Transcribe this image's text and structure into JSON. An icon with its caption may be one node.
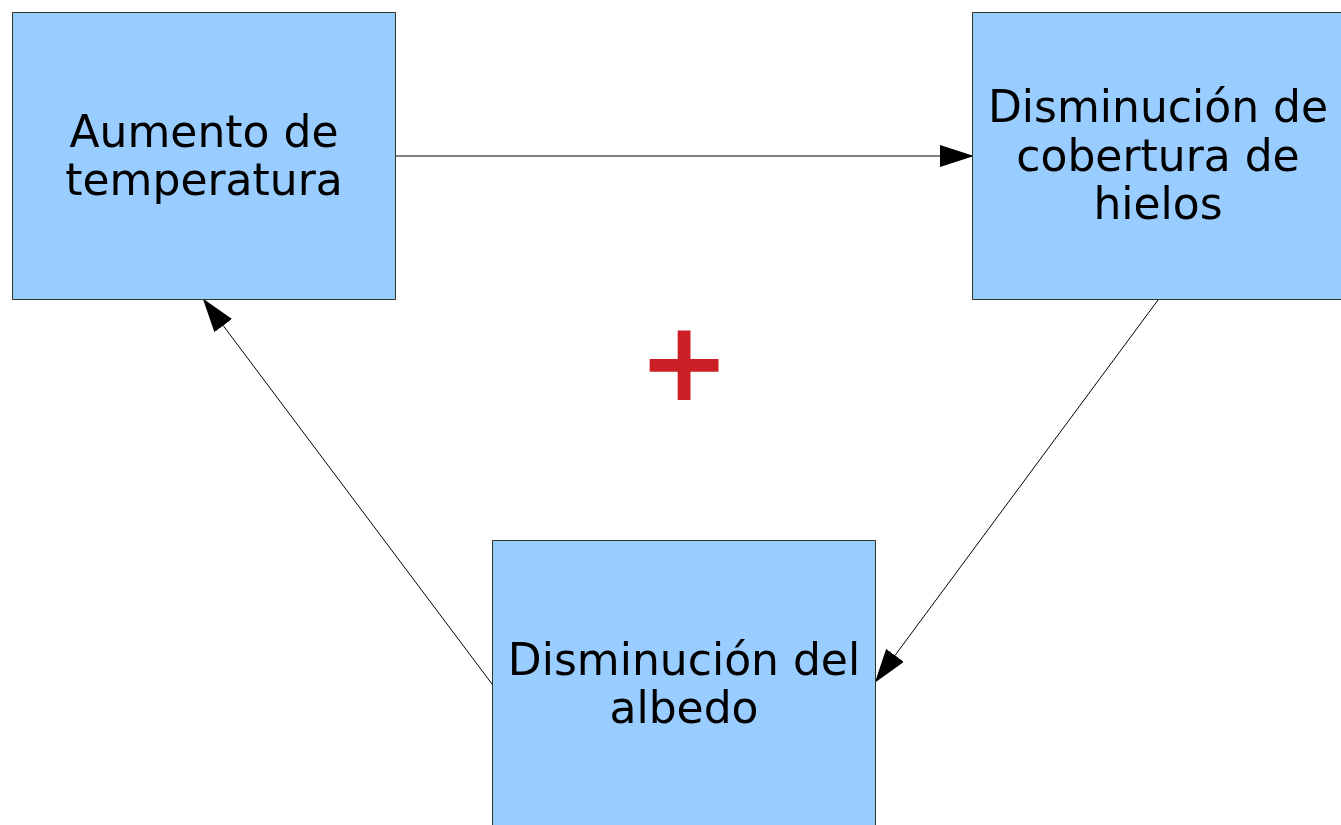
{
  "diagram": {
    "nodes": [
      {
        "text": [
          "Aumento de temperatura"
        ]
      },
      {
        "text": [
          "Disminución de cobertura de hielos"
        ]
      },
      {
        "text": [
          "Disminución del albedo"
        ]
      }
    ],
    "edges": [
      {
        "from": 0,
        "to": 1,
        "arrow": "to"
      },
      {
        "from": 1,
        "to": 2,
        "arrow": "to"
      },
      {
        "from": 2,
        "to": 0,
        "arrow": "to"
      }
    ],
    "labels": [
      "+"
    ]
  }
}
